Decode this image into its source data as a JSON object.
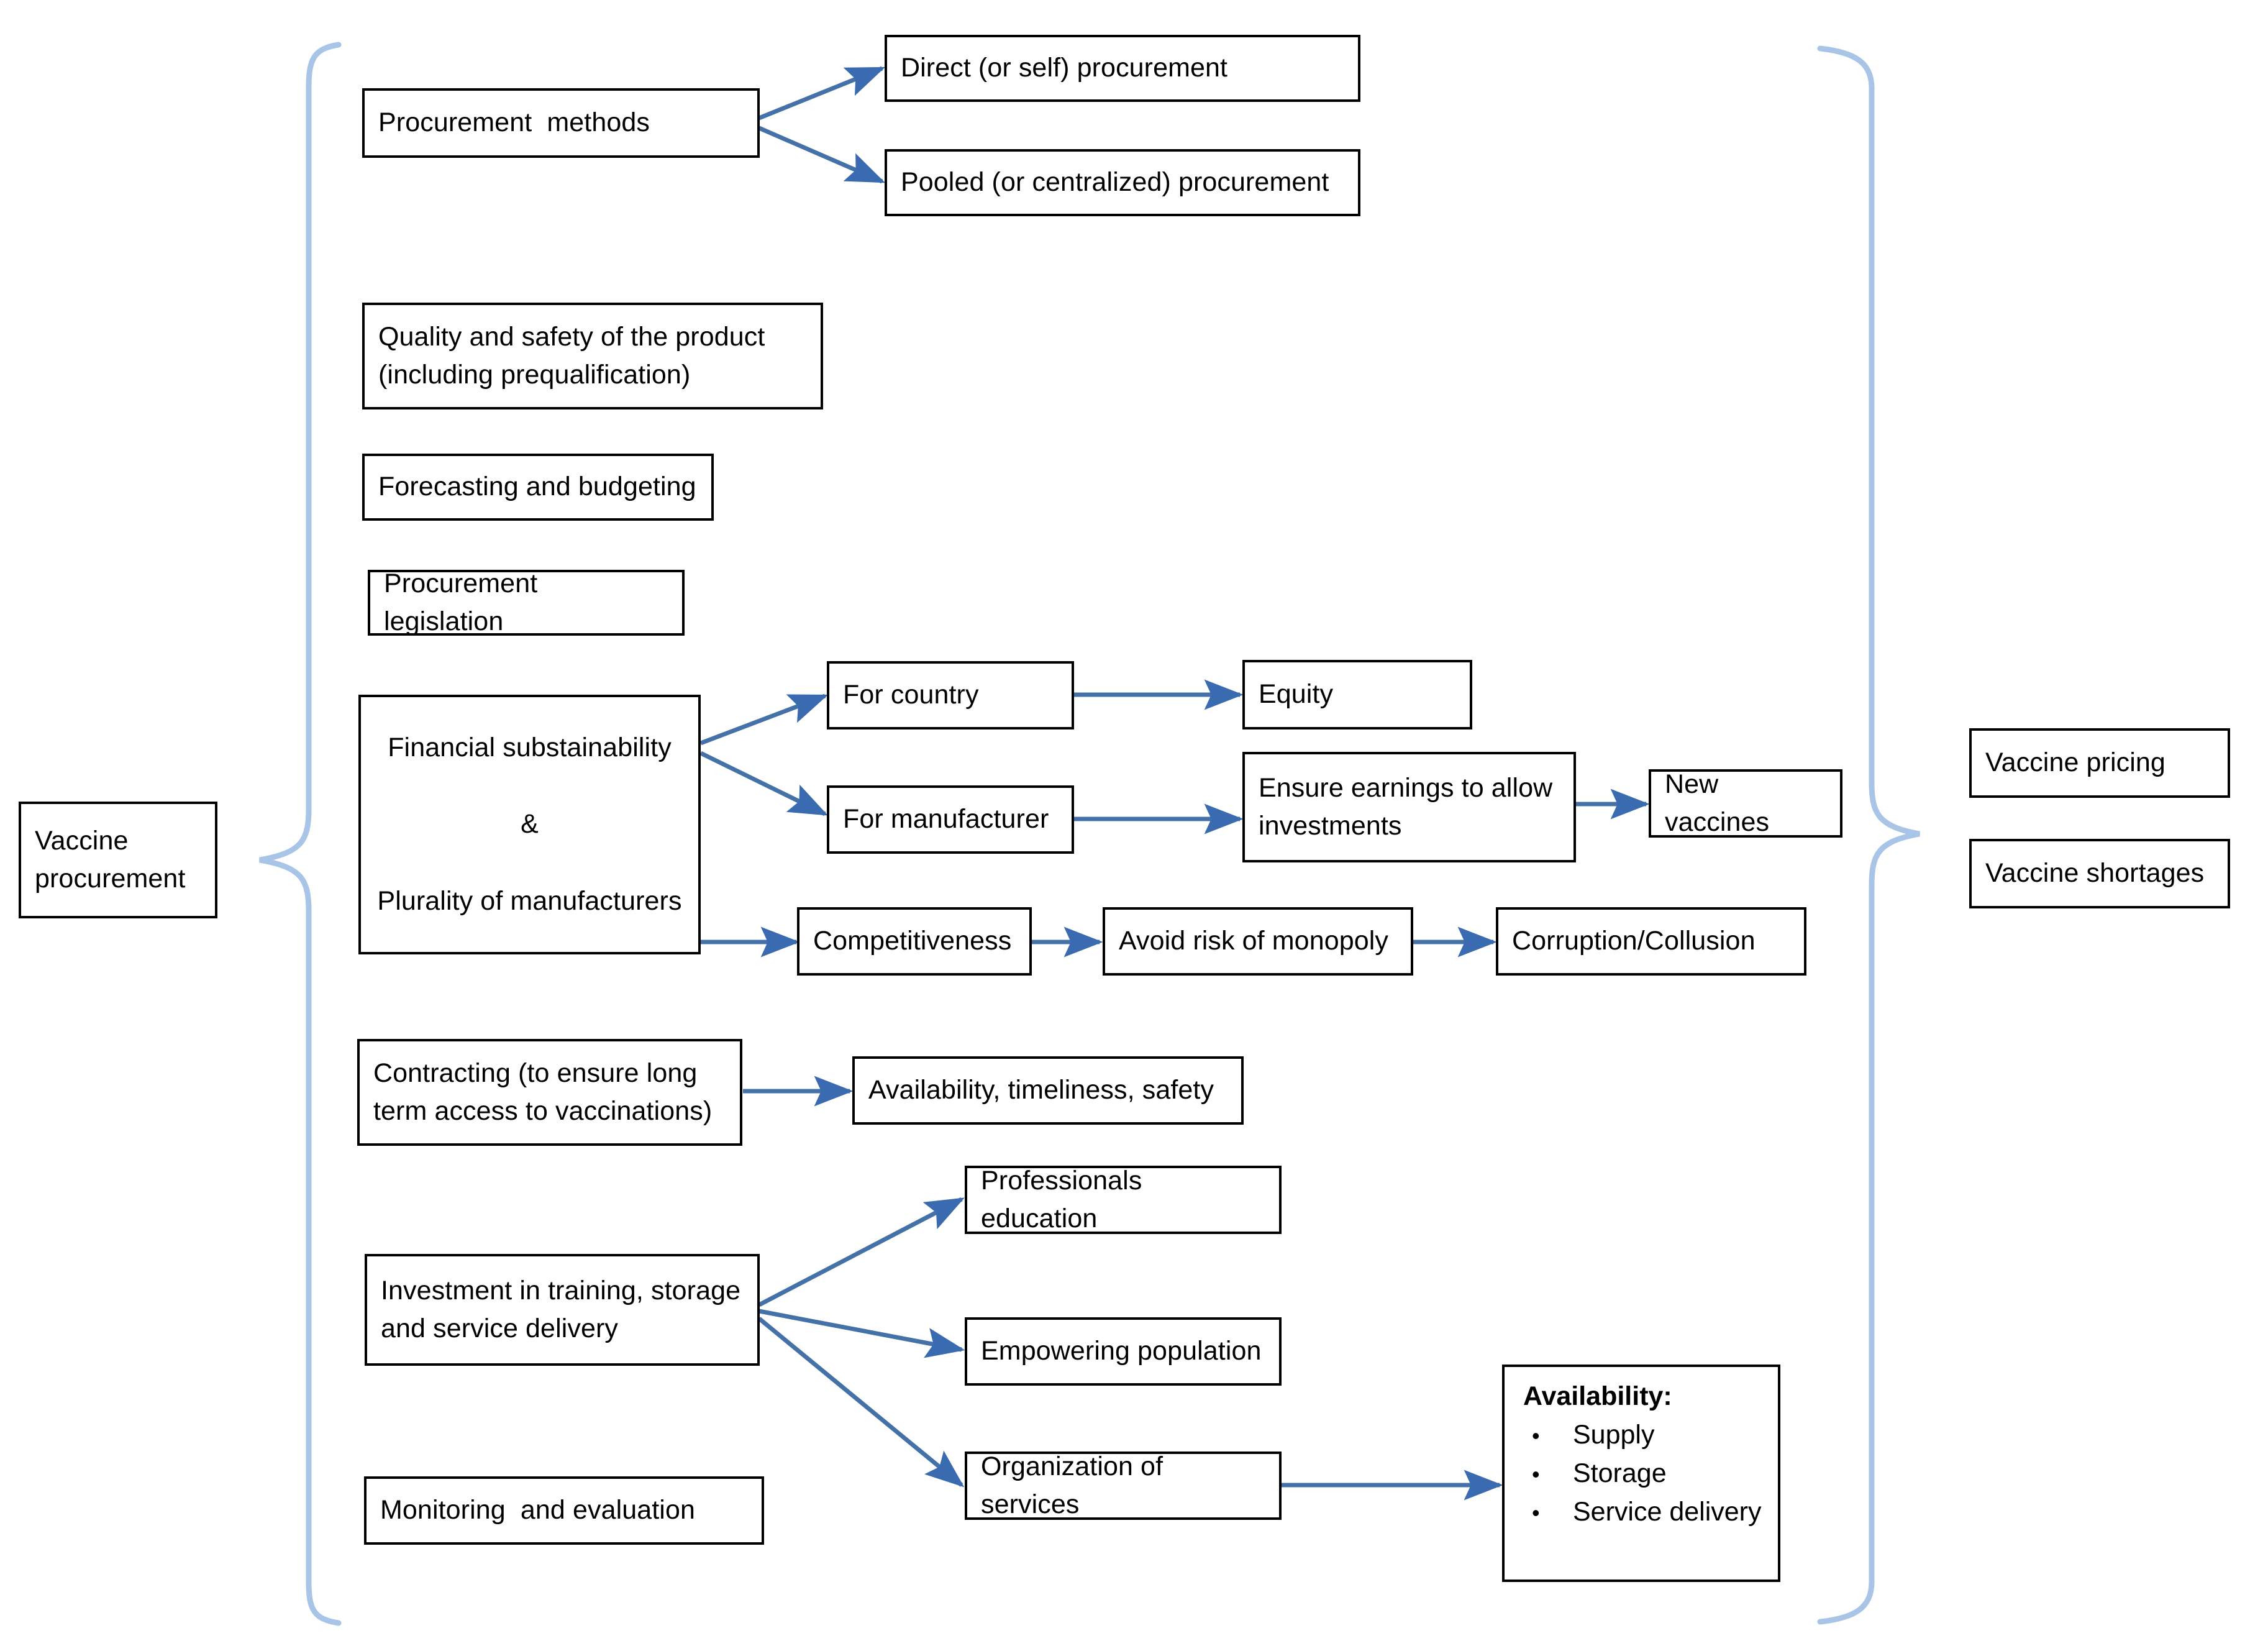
{
  "diagram": {
    "title": "Vaccine procurement framework",
    "colors": {
      "box_border": "#000000",
      "box_fill": "#ffffff",
      "arrow": "#4472a8",
      "arrow_light": "#9db5d6",
      "brace": "#a8c4e6",
      "text": "#000000"
    },
    "root": {
      "label": "Vaccine\nprocurement",
      "line1": "Vaccine",
      "line2": "procurement"
    },
    "left_brace": {
      "name": "left-curly-brace"
    },
    "right_brace": {
      "name": "right-curly-brace"
    },
    "nodes": {
      "procurement_methods": "Procurement  methods",
      "direct_procurement": "Direct (or self) procurement",
      "pooled_procurement": "Pooled (or centralized) procurement",
      "quality_safety_line1": "Quality and safety of the product",
      "quality_safety_line2": "(including prequalification)",
      "forecasting_budgeting": "Forecasting and budgeting",
      "procurement_legislation": "Procurement  legislation",
      "financial_line1": "Financial substainability",
      "financial_line2": "&",
      "financial_line3": "Plurality of manufacturers",
      "for_country": "For country",
      "for_manufacturer": "For manufacturer",
      "equity": "Equity",
      "ensure_earnings_line1": "Ensure earnings to allow",
      "ensure_earnings_line2": "investments",
      "new_vaccines": "New vaccines",
      "competitiveness": "Competitiveness",
      "avoid_monopoly": "Avoid risk of monopoly",
      "corruption_collusion": "Corruption/Collusion",
      "contracting_line1": "Contracting (to ensure long",
      "contracting_line2": "term access to vaccinations)",
      "availability_timeliness_safety": "Availability, timeliness, safety",
      "investment_line1": "Investment in training, storage",
      "investment_line2": "and service delivery",
      "professionals_education": "Professionals education",
      "empowering_population": "Empowering population",
      "organization_of_services": "Organization of services",
      "monitoring_evaluation": "Monitoring  and evaluation",
      "availability_title": "Availability:",
      "availability_items": [
        "Supply",
        "Storage",
        "Service delivery"
      ],
      "bullet_glyph": "•",
      "vaccine_pricing": "Vaccine pricing",
      "vaccine_shortages": "Vaccine shortages"
    }
  }
}
